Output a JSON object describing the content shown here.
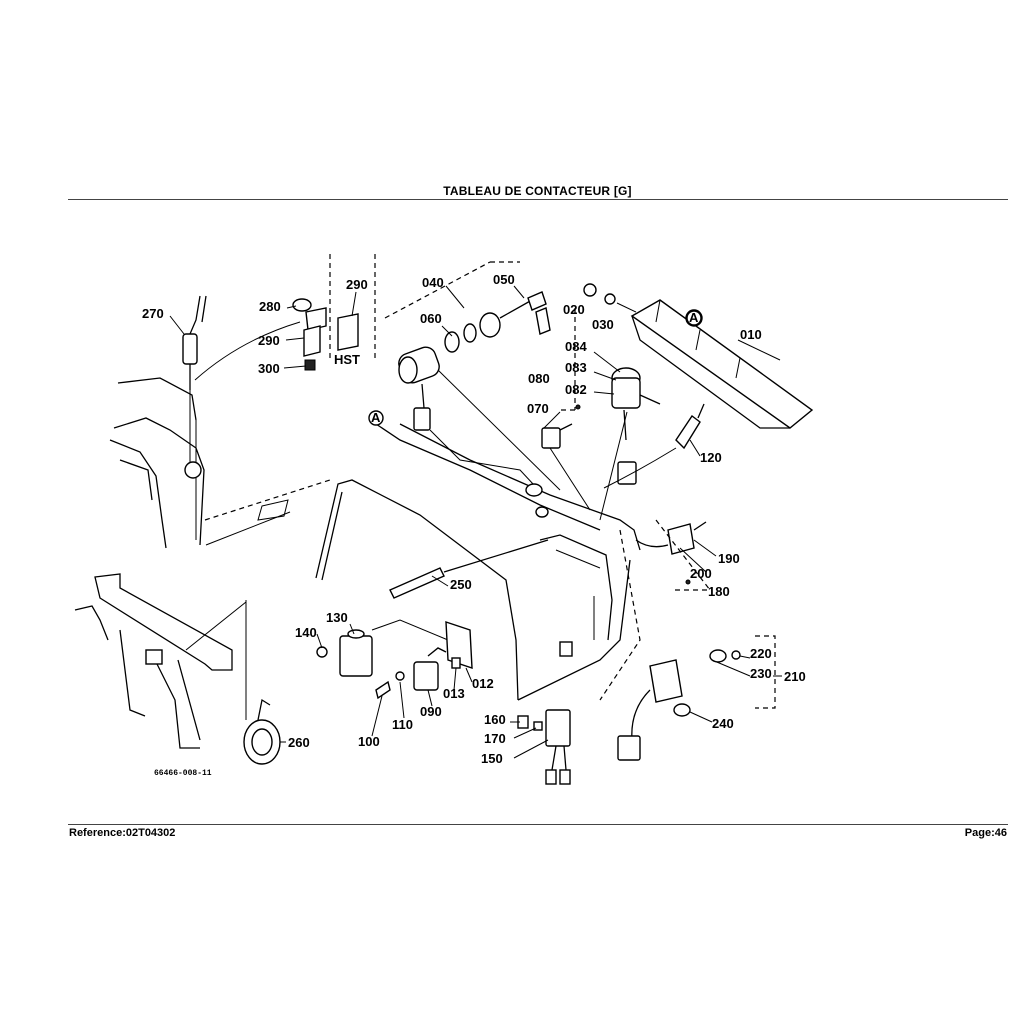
{
  "header": {
    "title": "TABLEAU DE CONTACTEUR   [G]"
  },
  "footer": {
    "reference": "Reference:02T04302",
    "page": "Page:46"
  },
  "diagram": {
    "drawing_number": "66466-008-11",
    "group_label_hst": "HST",
    "reference_marker": "A",
    "parts": {
      "p010": "010",
      "p012": "012",
      "p013": "013",
      "p020": "020",
      "p030": "030",
      "p040": "040",
      "p050": "050",
      "p060": "060",
      "p070": "070",
      "p080": "080",
      "p082": "082",
      "p083": "083",
      "p084": "084",
      "p090": "090",
      "p100": "100",
      "p110": "110",
      "p120": "120",
      "p130": "130",
      "p140": "140",
      "p150": "150",
      "p160": "160",
      "p170": "170",
      "p180": "180",
      "p190": "190",
      "p200": "200",
      "p210": "210",
      "p220": "220",
      "p230": "230",
      "p240": "240",
      "p250": "250",
      "p260": "260",
      "p270": "270",
      "p280": "280",
      "p290a": "290",
      "p290b": "290",
      "p300": "300"
    }
  }
}
